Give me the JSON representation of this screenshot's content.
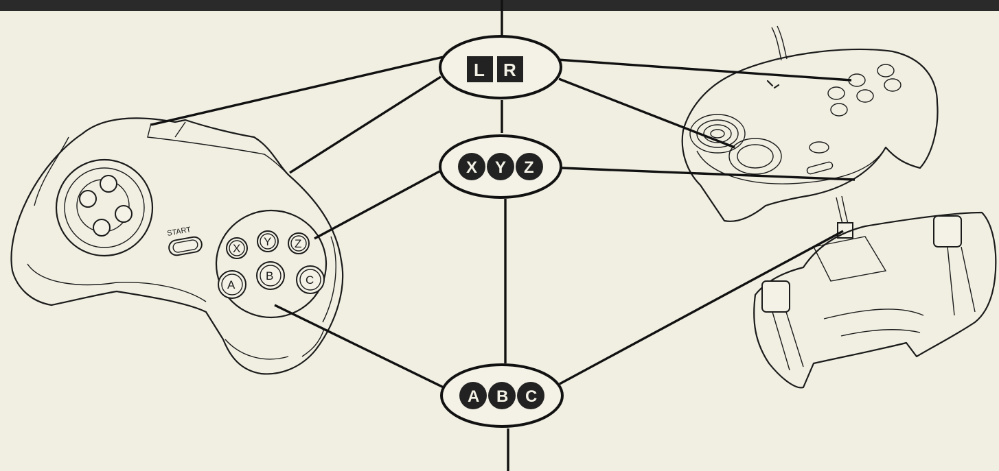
{
  "pad_labels": {
    "start": "START",
    "x": "X",
    "y": "Y",
    "z": "Z",
    "a": "A",
    "b": "B",
    "c": "C"
  },
  "groups": {
    "lr": {
      "keys": [
        "L",
        "R"
      ]
    },
    "xyz": {
      "keys": [
        "X",
        "Y",
        "Z"
      ]
    },
    "abc": {
      "keys": [
        "A",
        "B",
        "C"
      ]
    }
  },
  "colors": {
    "background": "#f1efe2",
    "top_band": "#2a2a2a",
    "ink": "#1b1b1b"
  }
}
